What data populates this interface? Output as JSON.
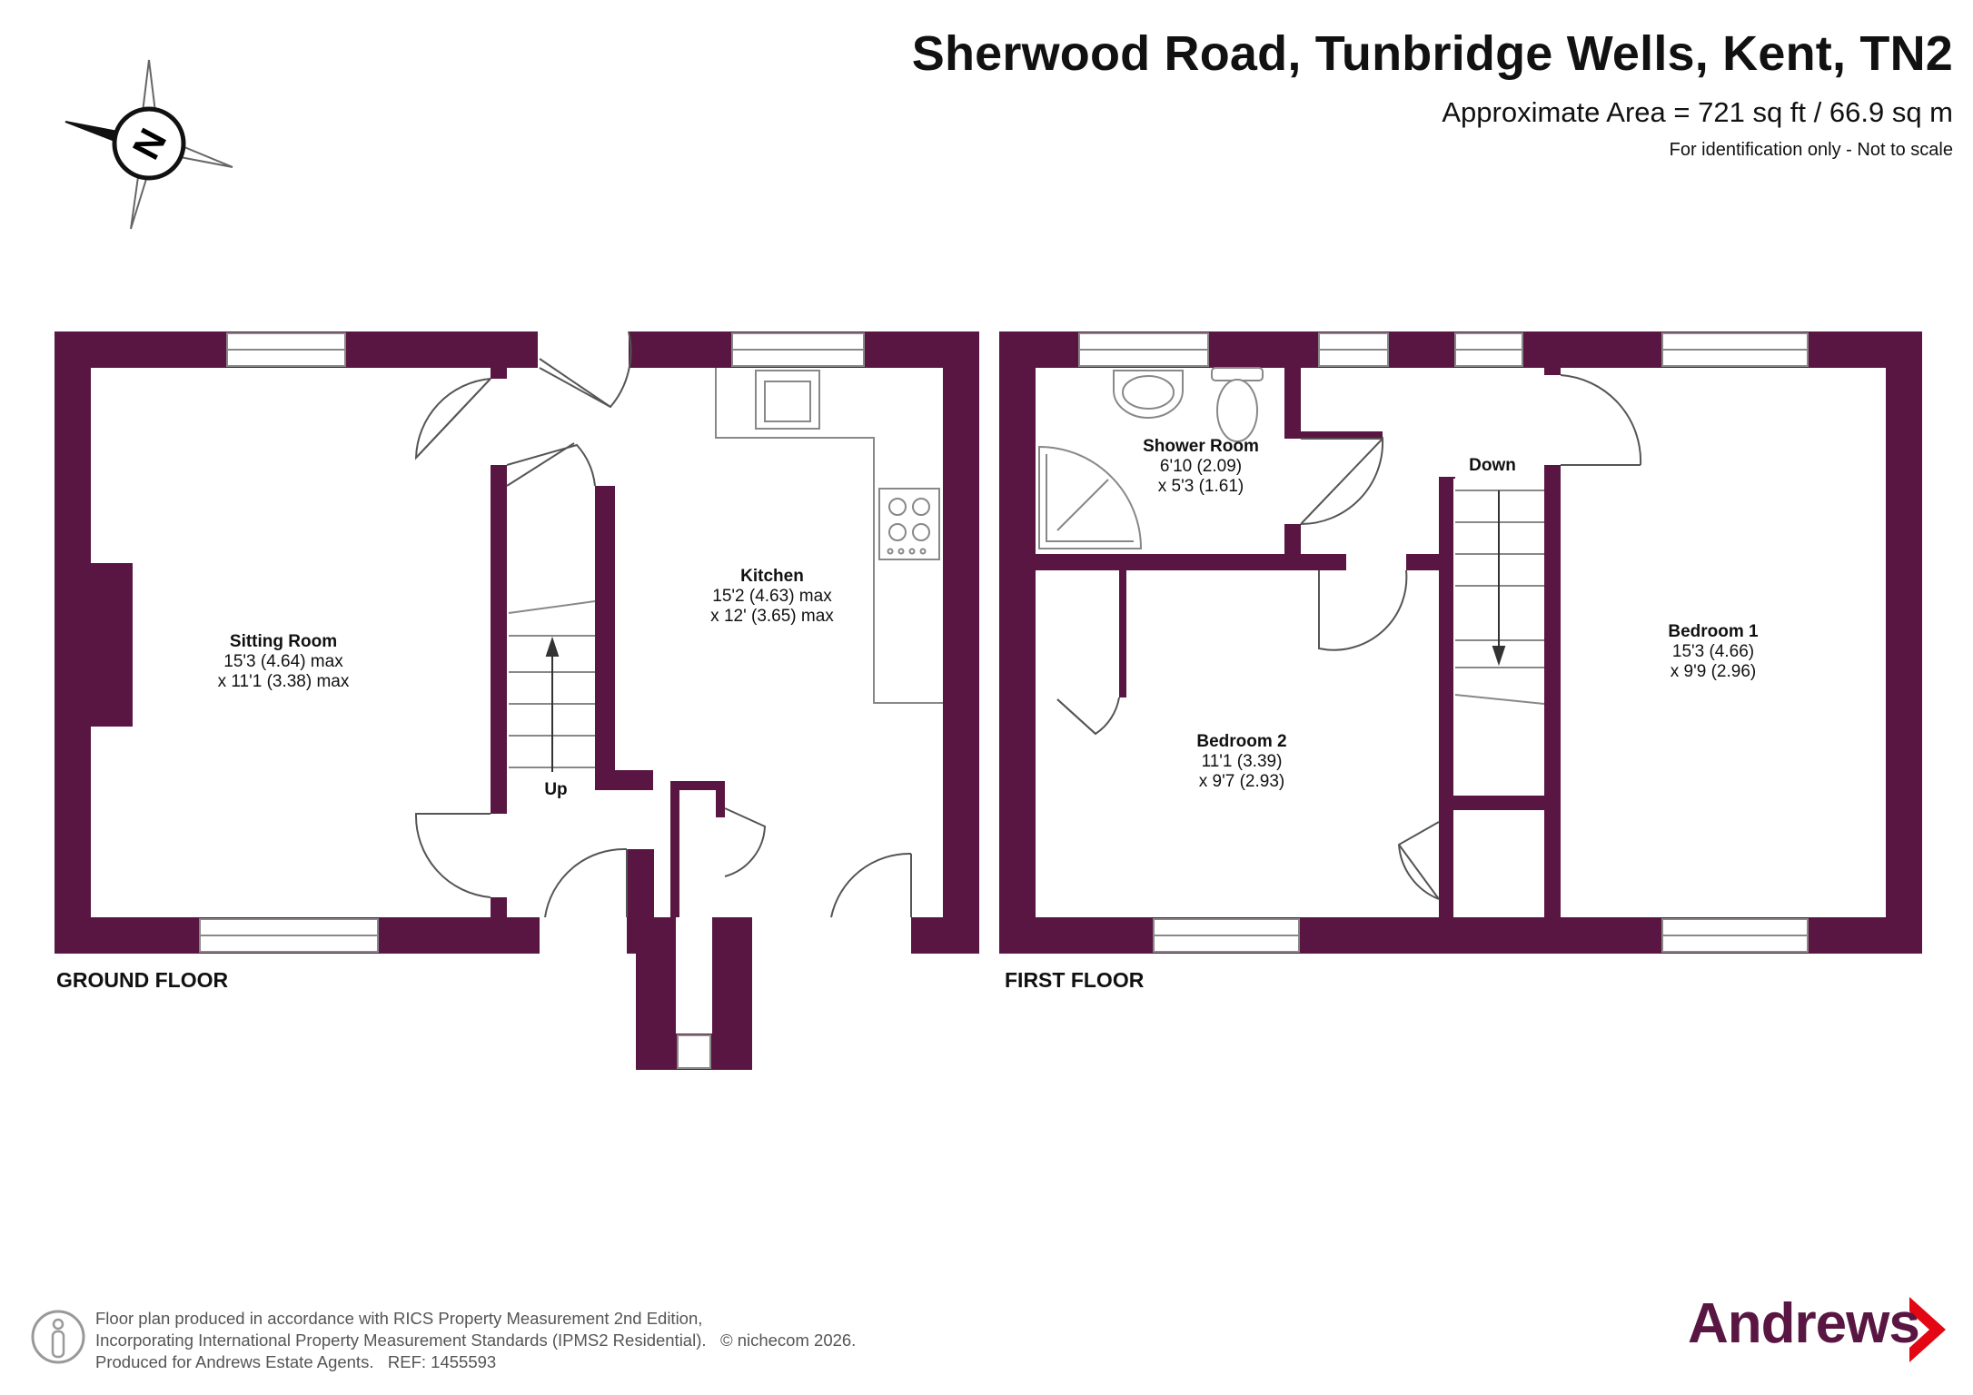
{
  "header": {
    "title": "Sherwood Road, Tunbridge Wells, Kent, TN2",
    "area": "Approximate Area = 721 sq ft / 66.9 sq m",
    "note": "For identification only - Not to scale"
  },
  "compass": {
    "letter": "N"
  },
  "floors": {
    "ground": {
      "label": "GROUND FLOOR"
    },
    "first": {
      "label": "FIRST FLOOR"
    }
  },
  "rooms": {
    "sitting_room": {
      "name": "Sitting Room",
      "dim1": "15'3 (4.64) max",
      "dim2": "x 11'1 (3.38) max"
    },
    "kitchen": {
      "name": "Kitchen",
      "dim1": "15'2 (4.63) max",
      "dim2": "x 12' (3.65) max"
    },
    "shower_room": {
      "name": "Shower Room",
      "dim1": "6'10 (2.09)",
      "dim2": "x 5'3 (1.61)"
    },
    "bedroom_1": {
      "name": "Bedroom 1",
      "dim1": "15'3 (4.66)",
      "dim2": "x 9'9 (2.96)"
    },
    "bedroom_2": {
      "name": "Bedroom 2",
      "dim1": "11'1 (3.39)",
      "dim2": "x 9'7 (2.93)"
    }
  },
  "stairs": {
    "up": "Up",
    "down": "Down"
  },
  "footer": {
    "line1": "Floor plan produced in accordance with RICS Property Measurement 2nd Edition,",
    "line2": "Incorporating International Property Measurement Standards (IPMS2 Residential).",
    "copyright": "© nichecom 2026.",
    "line3": "Produced for Andrews Estate Agents.",
    "ref": "REF: 1455593"
  },
  "brand": {
    "name": "Andrews"
  },
  "colors": {
    "wall": "#5a1642",
    "accent": "#e30613"
  }
}
